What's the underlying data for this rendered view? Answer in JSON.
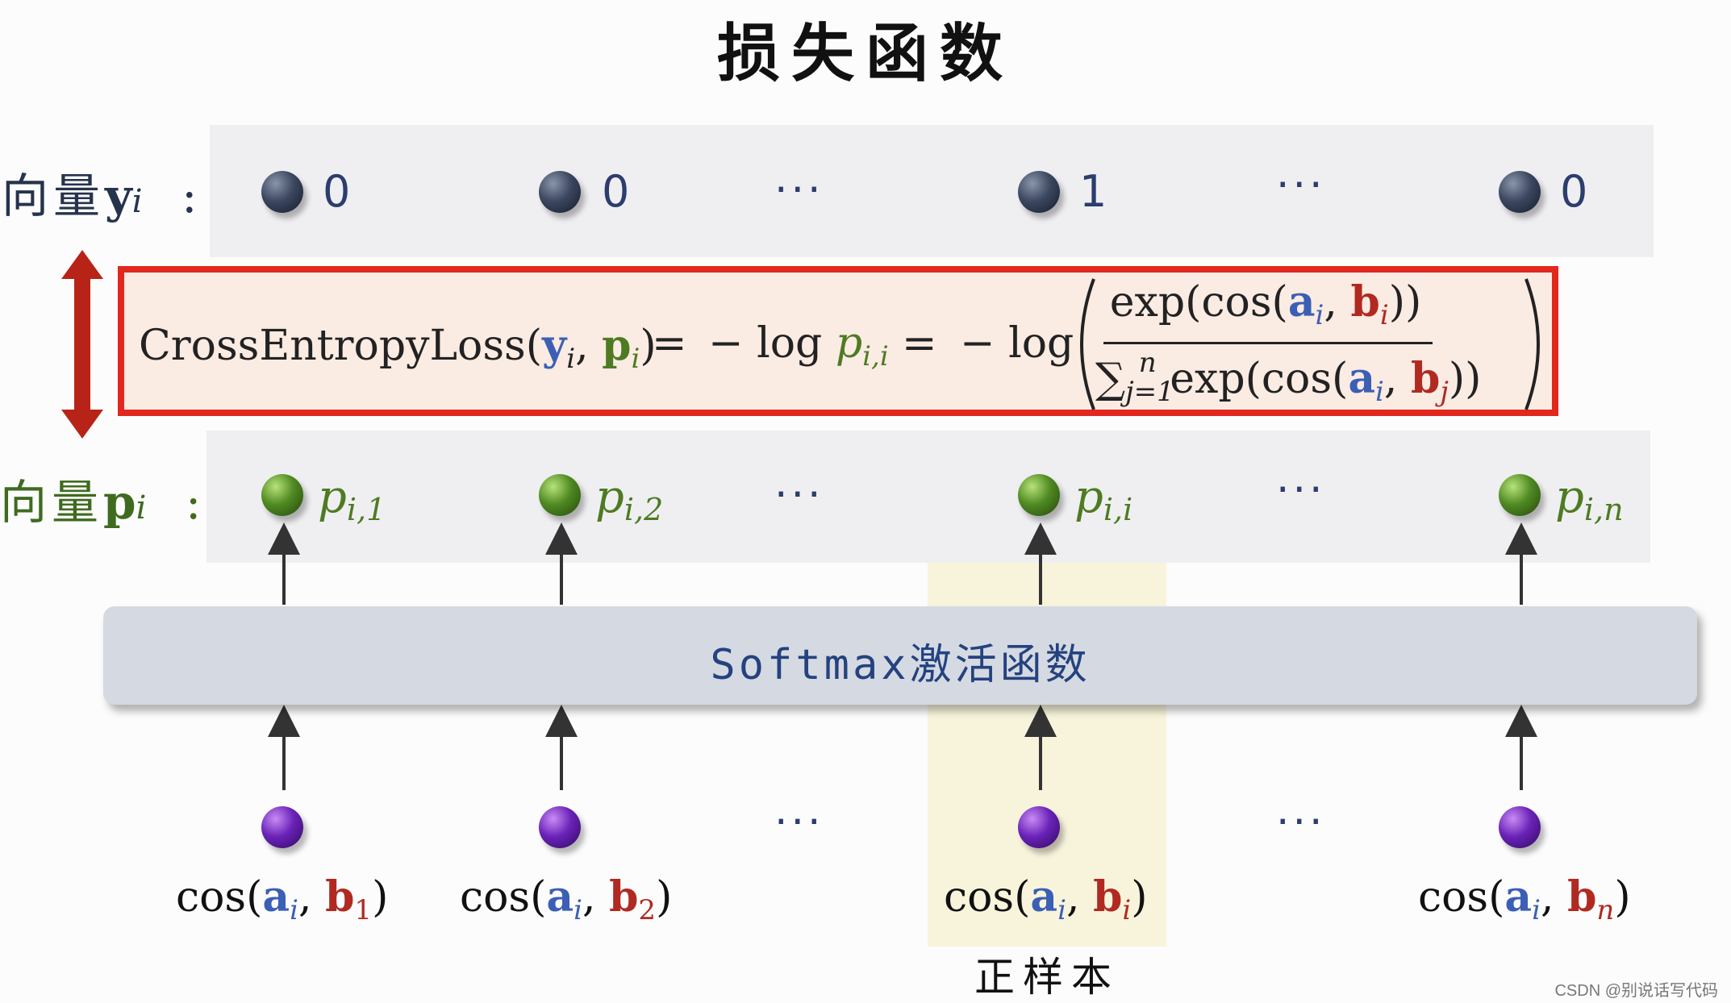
{
  "title": "损失函数",
  "rows": {
    "y": {
      "label": "向量",
      "symbol": "y",
      "index": "i",
      "colon": ":",
      "values": [
        "0",
        "0",
        "1",
        "0"
      ],
      "dots": "···"
    },
    "p": {
      "label": "向量",
      "symbol": "p",
      "index": "i",
      "colon": ":",
      "dots": "···",
      "values": [
        {
          "base": "p",
          "sub": "i,1"
        },
        {
          "base": "p",
          "sub": "i,2"
        },
        {
          "base": "p",
          "sub": "i,i"
        },
        {
          "base": "p",
          "sub": "i,n"
        }
      ]
    }
  },
  "formula": {
    "name": "CrossEntropyLoss",
    "args": [
      "y",
      "p"
    ],
    "arg_index": "i",
    "neg_log": "− log",
    "p_term": "p",
    "p_term_sub": "i,i",
    "numerator": "exp(cos(a_i, b_i))",
    "denominator": "∑_{j=1}^n exp(cos(a_i, b_j))",
    "equals": "="
  },
  "softmax": {
    "prefix": "Softmax",
    "suffix": "激活函数"
  },
  "inputs": [
    {
      "a": "a",
      "a_sub": "i",
      "b": "b",
      "b_sub": "1"
    },
    {
      "a": "a",
      "a_sub": "i",
      "b": "b",
      "b_sub": "2"
    },
    {
      "a": "a",
      "a_sub": "i",
      "b": "b",
      "b_sub": "i"
    },
    {
      "a": "a",
      "a_sub": "i",
      "b": "b",
      "b_sub": "n"
    }
  ],
  "input_fn": "cos",
  "positive_label": "正样本",
  "watermark": "CSDN @别说话写代码",
  "colors": {
    "border_red": "#e2281e",
    "arrow_red": "#b82318",
    "blue_vector": "#3b5fb5",
    "red_vector": "#b02a22",
    "green_p": "#4e7b22",
    "softmax_bar": "#d5d9e1",
    "positive_highlight": "#f8f4dc"
  }
}
